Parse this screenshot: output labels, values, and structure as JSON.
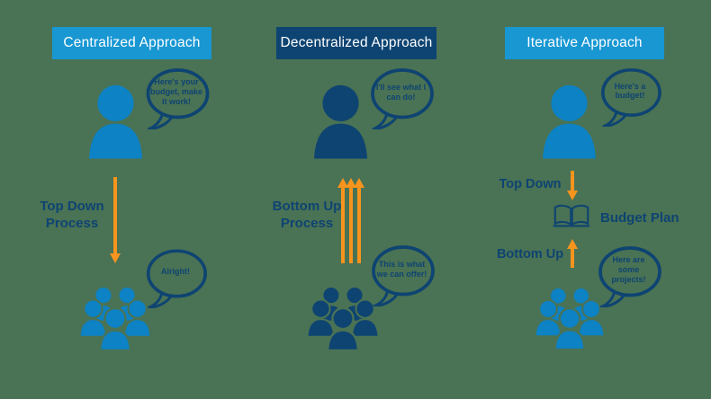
{
  "colors": {
    "background_green": "#4a7254",
    "light_blue": "#1897d3",
    "dark_navy": "#0e4472",
    "person_blue": "#0d82c4",
    "arrow_orange": "#f7941e",
    "header_text": "#ffffff"
  },
  "panels": [
    {
      "title": "Centralized Approach",
      "top_bubble": "Here's your budget, make it work!",
      "process_label": "Top Down Process",
      "bottom_bubble": "Alright!"
    },
    {
      "title": "Decentralized Approach",
      "top_bubble": "I'll see what I can do!",
      "process_label": "Bottom Up Process",
      "bottom_bubble": "This is what we can offer!"
    },
    {
      "title": "Iterative Approach",
      "top_bubble": "Here's a budget!",
      "top_down_label": "Top Down",
      "book_label": "Budget Plan",
      "bottom_up_label": "Bottom Up",
      "bottom_bubble": "Here are some projects!"
    }
  ]
}
